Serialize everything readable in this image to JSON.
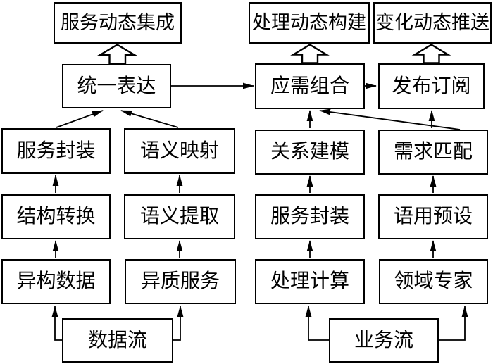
{
  "colors": {
    "line": "#000000",
    "background": "#ffffff",
    "text": "#000000"
  },
  "boxes": {
    "service_dynamic_integration": "服务动态集成",
    "process_dynamic_construction": "处理动态构建",
    "change_dynamic_push": "变化动态推送",
    "unified_expression": "统一表达",
    "on_demand_composition": "应需组合",
    "publish_subscribe": "发布订阅",
    "service_encapsulation_left": "服务封装",
    "semantic_mapping": "语义映射",
    "relation_modeling": "关系建模",
    "requirement_matching": "需求匹配",
    "structure_conversion": "结构转换",
    "semantic_extraction": "语义提取",
    "service_encapsulation_right": "服务封装",
    "pragmatic_presupposition": "语用预设",
    "heterogeneous_data": "异构数据",
    "heterogeneous_service": "异质服务",
    "processing_computation": "处理计算",
    "domain_expert": "领域专家",
    "data_flow": "数据流",
    "business_flow": "业务流"
  }
}
